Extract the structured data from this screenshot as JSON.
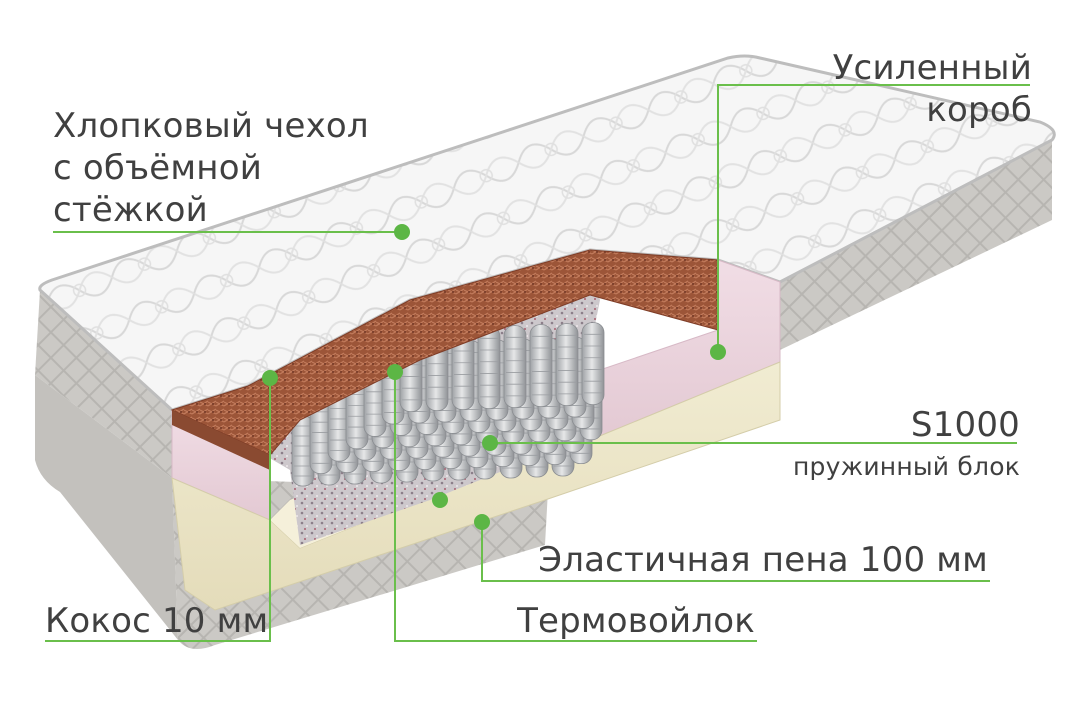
{
  "colors": {
    "accent_line": "#6abf4b",
    "dot": "#5cb645",
    "text": "#404040",
    "cover": "#f4f4f4",
    "side_fabric": "#c9c7c3",
    "coconut": "#a0583c",
    "box_foam": "#ecd6df",
    "base_foam": "#ece6c8",
    "felt": "#c8c2c6",
    "springs": "#c4c6c9"
  },
  "labels": {
    "cover": [
      "Хлопковый чехол",
      "с объёмной",
      "стёжкой"
    ],
    "box": [
      "Усиленный",
      "короб"
    ],
    "spring_main": "S1000",
    "spring_sub": "пружинный блок",
    "foam": "Эластичная пена 100 мм",
    "felt": "Термовойлок",
    "coconut": "Кокос 10 мм"
  },
  "icons": [
    "mattress-illustration",
    "callout-dot"
  ]
}
